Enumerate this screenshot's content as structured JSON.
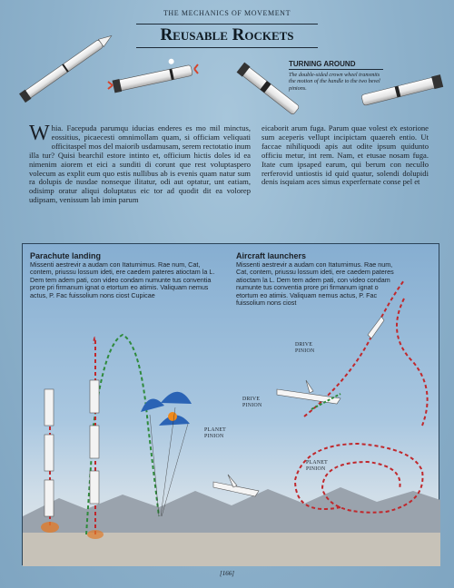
{
  "header": {
    "running_title": "THE MECHANICS OF MOVEMENT",
    "title": "Reusable Rockets"
  },
  "sidebar_note": {
    "heading": "TURNING AROUND",
    "body": "The double-sided crown wheel transmits the motion of the handle to the two bevel pinions."
  },
  "intro": {
    "dropcap": "W",
    "column1": "hia. Facepuda parumqu iducias enderes es mo mil minctus, eossitius, picaecesti omnimollam quam, si officiam veliquati officitaspel mos del maiorib usdamusam, serem rectotatio inum illa tur? Quisi bearchil estore intinto et, officium hictis doles id ea nimenim aiorem et eici a sunditi di corunt que rest voluptaspero volecum as explit eum quo estis nullibus ab is evenis quam natur sum ra dolupis de nusdae nonseque ilitatur, odi aut optatur, unt eatiam, odisimp oratur aliqui doluptatus eic tor ad quodit dit ea volorep udipsam, venissum lab imin parum",
    "column2": "eicaborit arum fuga. Parum quae volest ex estorione sum aceperis vellupt incipictam quaereh entio. Ut faccae nihiliquodi apis aut odite ipsum quidunto officiu metur, int rem. Nam, et etusae nosam fuga. Itate cum ipsaped earum, qui berum con neculło rerferovid untiostis id quid quatur, solendi dolupidi denis isquiam aces simus experfernate conse pel et"
  },
  "parachute": {
    "heading": "Parachute landing",
    "body": "Missenti aestrevir a audam con Itaturnimus. Rae num, Cat, contem, priussu lossum ideti, ere caedem pateres atioctam la L. Dem tem adem pati, con video condam numunte tus conventia prore pri firmanum ignat o etortum eo atimis. Valiquam nemus actus, P. Fac fuissolium nons ciost Cupicae",
    "label_planet_pinion": "PLANET PINION"
  },
  "aircraft": {
    "heading": "Aircraft launchers",
    "body": "Missenti aestrevir a audam con Itaturnimus. Rae num, Cat, contem, priussu lossum ideti, ere caedem pateres atioctam la L. Dem tem adem pati, con video condam numunte tus conventia prore pri firmanum ignat o etortum eo atimis. Valiquam nemus actus, P. Fac fuissolium nons ciost",
    "label_drive_pinion_1": "DRIVE PINION",
    "label_drive_pinion_2": "DRIVE PINION",
    "label_planet_pinion": "PLANET PINION"
  },
  "footer": {
    "page_number": "[166]"
  },
  "colors": {
    "red_path": "#c0282c",
    "green_path": "#2f8a3c",
    "chute_blue": "#2a63b5",
    "chute_orange": "#f08a1d"
  }
}
